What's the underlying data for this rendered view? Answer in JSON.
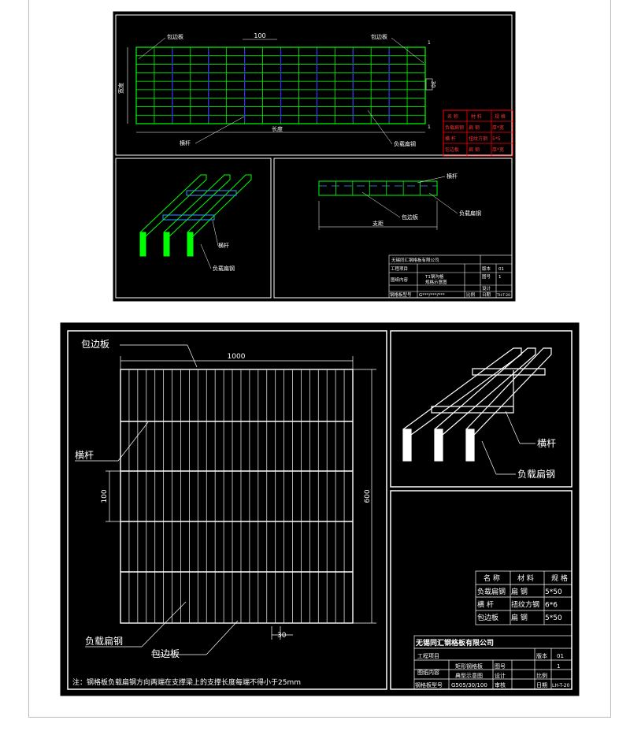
{
  "top": {
    "baobianban_left": "包边板",
    "baobianban_right": "包边板",
    "dim_100": "100",
    "dim_30": "30",
    "width_label": "宽度",
    "length_label": "长度",
    "hengan": "横杆",
    "fuzai": "负载扁钢",
    "mark_1": "1",
    "table": {
      "headers": [
        "名 称",
        "材 料",
        "规 格"
      ],
      "rows": [
        [
          "负载扁钢",
          "扁 钢",
          "厚*宽"
        ],
        [
          "横 杆",
          "扭纹方钢",
          "5*5"
        ],
        [
          "包边板",
          "扁 钢",
          "厚*宽"
        ]
      ]
    },
    "iso_hengan": "横杆",
    "iso_fuzai": "负载扁钢",
    "sec_hengan": "横杆",
    "sec_baobian": "包边板",
    "sec_fuzai": "负载扁钢",
    "sec_span": "支距",
    "title": {
      "company": "无锡同汇钢格板有限公司",
      "row1_left": "工程项目",
      "row1_r1": "版本",
      "row1_r2": "01",
      "row2_left": "图纸内容",
      "row2_mid1": "T1钢沟格",
      "row2_mid2": "规格示意图",
      "row2_r1": "图号",
      "row2_r2": "1",
      "row2_r3": "设计",
      "row3_left": "钢格板型号",
      "row3_mid": "G***/***/***",
      "row3_r1": "比例",
      "row3_r2": "日期",
      "row3_r3": "TH-T-20"
    }
  },
  "bottom": {
    "baobianban_top": "包边板",
    "dim_1000": "1000",
    "hengan": "横杆",
    "dim_100": "100",
    "dim_600": "600",
    "fuzai": "负载扁钢",
    "baobianban_bottom": "包边板",
    "dim_30": "30",
    "note": "注：钢格板负载扁钢方向两端在支撑梁上的支撑长度每端不得小于25mm",
    "iso_hengan": "横杆",
    "iso_fuzai": "负载扁钢",
    "table": {
      "headers": [
        "名 称",
        "材 料",
        "规 格"
      ],
      "rows": [
        [
          "负载扁钢",
          "扁 钢",
          "5*50"
        ],
        [
          "横 杆",
          "扭纹方钢",
          "6*6"
        ],
        [
          "包边板",
          "扁 钢",
          "5*50"
        ]
      ]
    },
    "title": {
      "company": "无锡同汇钢格板有限公司",
      "row1_left": "工程项目",
      "row1_r1": "版本",
      "row1_r2": "01",
      "row2_left": "图纸内容",
      "row2_mid1": "矩形钢格板",
      "row2_mid2": "典型示意图",
      "row2_r1": "图号",
      "row2_r2": "1",
      "row2_r3": "设计",
      "row3_left": "钢格板型号",
      "row3_mid": "G505/30/100",
      "row3_r1": "审核",
      "row3_r2": "日期",
      "row3_r3": "LH-T-20",
      "row3_b": "比例"
    }
  }
}
